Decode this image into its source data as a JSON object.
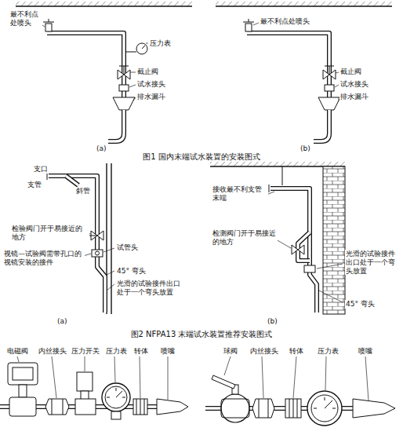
{
  "diagram": {
    "labels": [
      "最不利点处喷头",
      "压力表",
      "截止阀",
      "试水接头",
      "排水漏斗",
      "(a)",
      "最不利点处喷头",
      "截止阀",
      "试水接头",
      "排水漏斗",
      "(b)",
      "图1 国内末端试水装置的安装图式",
      "支口",
      "支管",
      "斜管",
      "检验阀门开于易接近的地方",
      "试管头",
      "视镜—试验阀需带孔口的视镜安装的接件",
      "光滑的试验接件出口处于一个弯头放置",
      "45° 弯头",
      "(a)",
      "接收最不利支管末端",
      "检测阀门开于易接近的地方",
      "光滑的试验接件出口处于一个弯头放置",
      "45° 弯头",
      "(b)",
      "图2 NFPA13 末端试水装置推荐安装图式",
      "电磁阀",
      "内丝接头",
      "压力开关",
      "压力表",
      "转体",
      "喷嘴",
      "球阀",
      "内丝接头",
      "转体",
      "压力表",
      "喷嘴"
    ]
  }
}
